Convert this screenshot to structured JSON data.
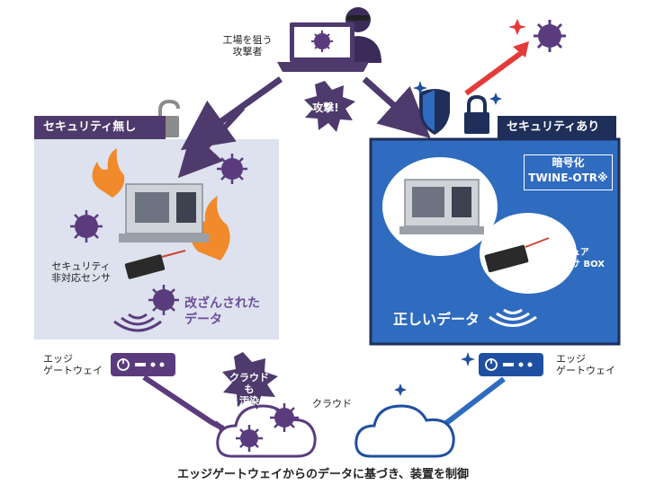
{
  "attacker": {
    "label_line1": "工場を狙う",
    "label_line2": "攻撃者"
  },
  "attack_label": "攻撃!",
  "left_panel": {
    "header": "セキュリティ無し",
    "sensor_line1": "セキュリティ",
    "sensor_line2": "非対応センサ",
    "tampered_line1": "改ざんされた",
    "tampered_line2": "データ"
  },
  "right_panel": {
    "header": "セキュリティあり",
    "encryption_line1": "暗号化",
    "encryption_line2": "TWINE-OTR※",
    "secure_box_line1": "セキュア",
    "secure_box_line2": "センサ BOX",
    "correct_data": "正しいデータ"
  },
  "edge_gateway_left": {
    "line1": "エッジ",
    "line2": "ゲートウェイ"
  },
  "edge_gateway_right": {
    "line1": "エッジ",
    "line2": "ゲートウェイ"
  },
  "cloud_label": "クラウド",
  "cloud_polluted_line1": "クラウドも",
  "cloud_polluted_line2": "汚染",
  "caption": "エッジゲートウェイからのデータに基づき、装置を制御",
  "colors": {
    "purple_dark": "#4e3a6c",
    "purple_virus": "#5a3c7e",
    "left_panel_bg": "#dde2ee",
    "right_panel_bg": "#2f6bbf",
    "navy": "#1f2f5a",
    "blue_device": "#1f4fa0",
    "red_arrow": "#e53a3a",
    "fire_orange": "#f08a2a"
  }
}
